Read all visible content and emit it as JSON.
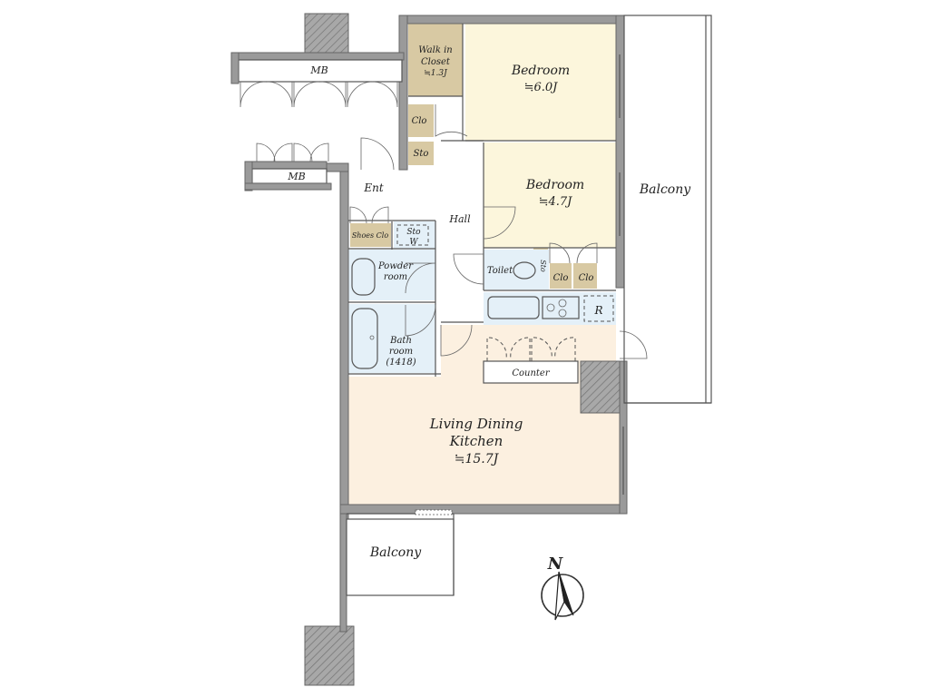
{
  "rooms": {
    "bedroom_large": {
      "name": "Bedroom",
      "size": "≒6.0J"
    },
    "bedroom_small": {
      "name": "Bedroom",
      "size": "≒4.7J"
    },
    "walk_in_closet": {
      "name_line1": "Walk in",
      "name_line2": "Closet",
      "size": "≒1.3J"
    },
    "ldk": {
      "name_line1": "Living Dining",
      "name_line2": "Kitchen",
      "size": "≒15.7J"
    },
    "balcony_east": {
      "name": "Balcony"
    },
    "balcony_south": {
      "name": "Balcony"
    },
    "entrance": {
      "name": "Ent"
    },
    "hall": {
      "name": "Hall"
    },
    "toilet": {
      "name": "Toilet"
    },
    "powder_room": {
      "name_line1": "Powder",
      "name_line2": "room"
    },
    "bath_room": {
      "name_line1": "Bath",
      "name_line2": "room",
      "size": "(1418)"
    },
    "shoes_closet": {
      "name": "Shoes Clo"
    },
    "counter": {
      "name": "Counter"
    },
    "refrigerator": {
      "name": "R"
    },
    "washer": {
      "name": "W"
    },
    "mb_top": {
      "name": "MB"
    },
    "mb_bottom": {
      "name": "MB"
    }
  },
  "storage": {
    "clo_hall": "Clo",
    "sto_hall": "Sto",
    "sto_powder": "Sto",
    "sto_toilet": "Sto",
    "clo_bed1": "Clo",
    "clo_bed2": "Clo"
  },
  "compass": {
    "label": "N"
  },
  "colors": {
    "bedroom_fill": "#fcf6dc",
    "ldk_fill": "#fcf0e0",
    "wet_fill": "#e4f0f8",
    "closet_fill": "#d8c9a3",
    "wall": "#9a9a9a"
  }
}
